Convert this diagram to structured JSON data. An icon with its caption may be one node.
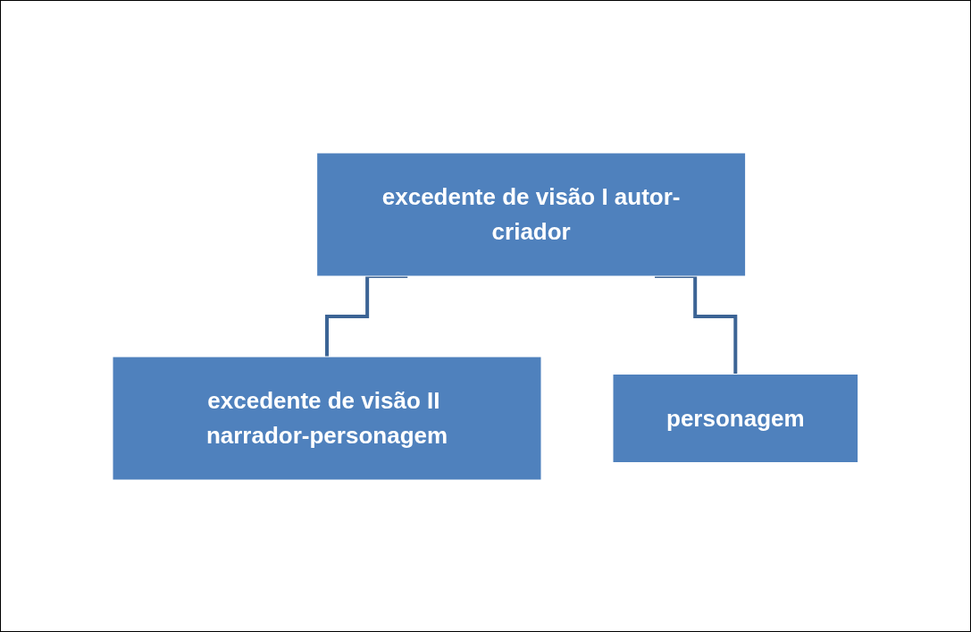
{
  "diagram": {
    "nodes": [
      {
        "text": [
          "excedente de visão I autor-criador"
        ]
      },
      {
        "text": [
          "excedente de visão II narrador-personagem"
        ]
      },
      {
        "text": [
          "personagem"
        ]
      }
    ],
    "edges": [
      {
        "from": 0,
        "to": 1,
        "arrow": "none"
      },
      {
        "from": 0,
        "to": 2,
        "arrow": "none"
      }
    ]
  }
}
